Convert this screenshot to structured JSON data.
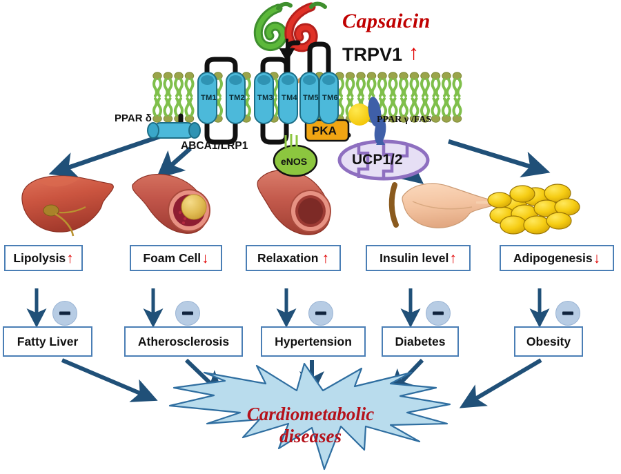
{
  "diagram": {
    "title": "Capsaicin TRPV1 cardiometabolic signaling pathway",
    "colors": {
      "arrow_blue": "#205078",
      "box_border": "#4a7eb5",
      "red_accent": "#c00000",
      "burst_fill": "#b9dced",
      "tm_blue": "#4cb9da",
      "lipid_head": "#9aa44a",
      "lipid_tail": "#7fbf4b",
      "pka_orange": "#f0a513",
      "enos_green": "#8cc63f",
      "ucp_purple": "#9b7fc4",
      "fat_yellow": "#f2c511"
    }
  },
  "top": {
    "capsaicin_label": "Capsaicin",
    "receptor_label": "TRPV1",
    "receptor_change": "↑",
    "chili_icon": "chili-pepper-icon",
    "entry_arrow_icon": "down-arrow-icon"
  },
  "membrane": {
    "tm_segments": [
      "TM1",
      "TM2",
      "TM3",
      "TM4",
      "TM5",
      "TM6"
    ],
    "left_label": "PPAR δ",
    "transporter_label": "ABCA1/LRP1",
    "right_label": "PPAR γ /FAS",
    "kinase_label": "PKA",
    "enzyme_label": "eNOS",
    "mitochondria_label": "UCP1/2"
  },
  "organs": [
    {
      "name": "liver-illustration",
      "label": "liver"
    },
    {
      "name": "atherosclerotic-vessel-illustration",
      "label": "blood vessel with plaque"
    },
    {
      "name": "relaxed-vessel-illustration",
      "label": "open blood vessel"
    },
    {
      "name": "pancreas-illustration",
      "label": "pancreas"
    },
    {
      "name": "adipocytes-illustration",
      "label": "fat cells"
    }
  ],
  "outcomes": [
    {
      "label": "Lipolysis",
      "change": "↑",
      "direction": "up"
    },
    {
      "label": "Foam Cell",
      "change": "↓",
      "direction": "down"
    },
    {
      "label": "Relaxation",
      "change": "↑",
      "direction": "up"
    },
    {
      "label": "Insulin level",
      "change": "↑",
      "direction": "up"
    },
    {
      "label": "Adipogenesis",
      "change": "↓",
      "direction": "down"
    }
  ],
  "diseases": [
    {
      "label": "Fatty Liver"
    },
    {
      "label": "Atherosclerosis"
    },
    {
      "label": "Hypertension"
    },
    {
      "label": "Diabetes"
    },
    {
      "label": "Obesity"
    }
  ],
  "inhibition_marker": "−",
  "outcome_burst": {
    "line1": "Cardiometabolic",
    "line2": "diseases"
  }
}
